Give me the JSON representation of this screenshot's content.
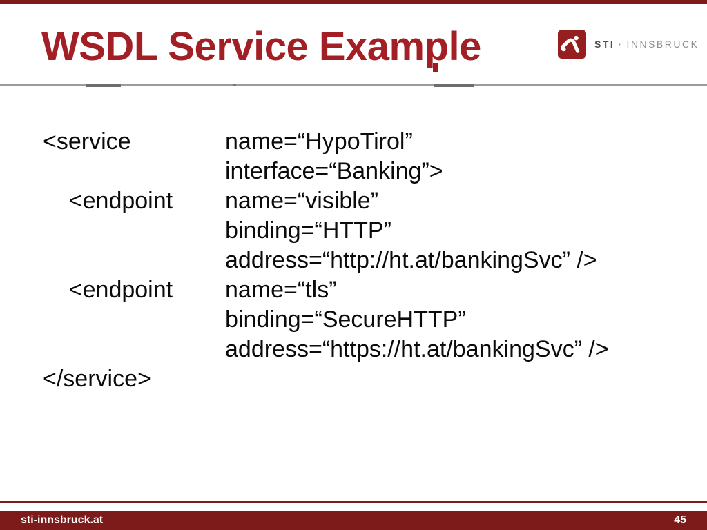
{
  "slide": {
    "title": "WSDL Service Example",
    "footer_url": "sti-innsbruck.at",
    "page_number": "45"
  },
  "logo": {
    "icon": "sti-runner-icon",
    "org": "STI",
    "separator": "·",
    "city": "INNSBRUCK"
  },
  "colors": {
    "title_red": "#A22025",
    "bar_maroon": "#7D1B1B",
    "badge_red": "#951E1F",
    "marker_red": "#9C1B1E"
  },
  "code": {
    "lines": [
      {
        "tag": "<service",
        "attr": "name=“HypoTirol”"
      },
      {
        "tag": "",
        "attr": "interface=“Banking”>"
      },
      {
        "tag": "    <endpoint",
        "attr": "name=“visible”"
      },
      {
        "tag": "",
        "attr": "binding=“HTTP”"
      },
      {
        "tag": "",
        "attr": "address=“http://ht.at/bankingSvc” />"
      },
      {
        "tag": "    <endpoint",
        "attr": "name=“tls”"
      },
      {
        "tag": "",
        "attr": "binding=“SecureHTTP”"
      },
      {
        "tag": "",
        "attr": "address=“https://ht.at/bankingSvc” />"
      },
      {
        "tag": "</service>",
        "attr": ""
      }
    ]
  }
}
